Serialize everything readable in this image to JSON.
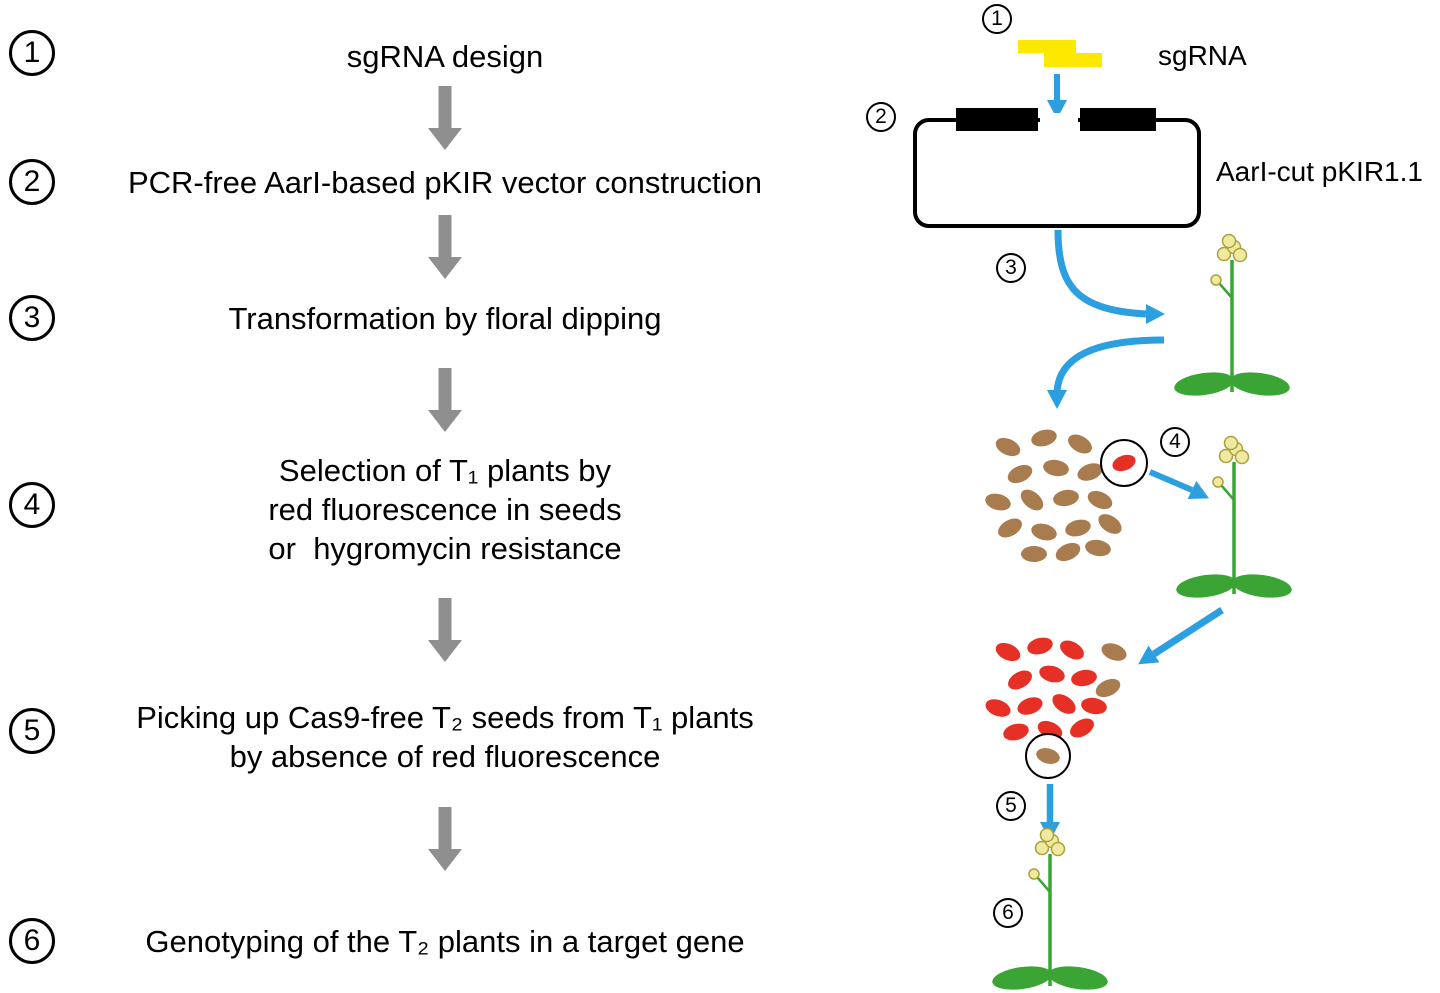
{
  "steps": [
    {
      "num": "1",
      "lines": [
        "sgRNA design"
      ]
    },
    {
      "num": "2",
      "lines": [
        "PCR-free AarI-based pKIR vector construction"
      ]
    },
    {
      "num": "3",
      "lines": [
        "Transformation by floral dipping"
      ]
    },
    {
      "num": "4",
      "lines": [
        "Selection of T₁ plants by",
        "red fluorescence in seeds",
        "or  hygromycin resistance"
      ]
    },
    {
      "num": "5",
      "lines": [
        "Picking up Cas9-free T₂ seeds from T₁ plants",
        "by absence of red fluorescence"
      ]
    },
    {
      "num": "6",
      "lines": [
        "Genotyping of the T₂ plants in a target gene"
      ]
    }
  ],
  "illustration": {
    "markers": [
      "1",
      "2",
      "3",
      "4",
      "5",
      "6"
    ],
    "sgrna_label": "sgRNA",
    "plasmid_label": "AarI-cut pKIR1.1"
  },
  "colors": {
    "gray_arrow": "#8f8f8f",
    "blue_arrow": "#2b9fdf",
    "sgrna_yellow": "#ffe800",
    "plant_green": "#3aa535",
    "seed_brown": "#a87c4f",
    "seed_red": "#e63026",
    "flower_yellow": "#f0eaa0",
    "flower_stroke": "#a9a23c"
  }
}
